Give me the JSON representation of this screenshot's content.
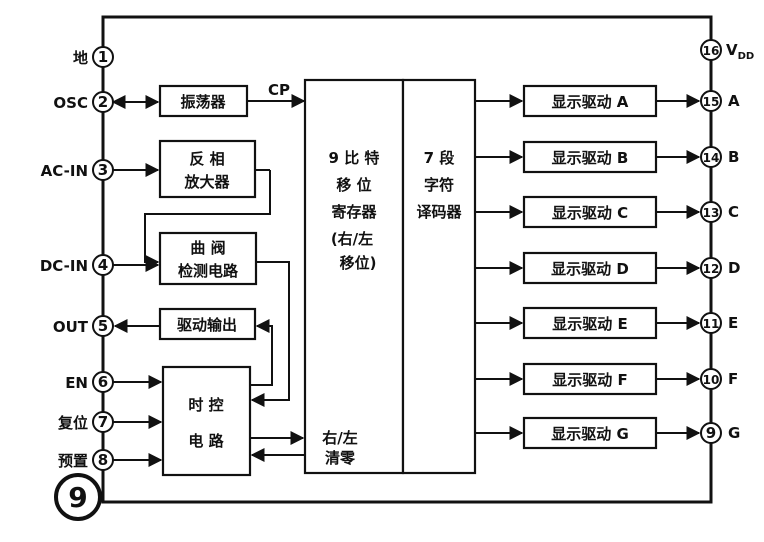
{
  "pins_left": [
    {
      "num": "1",
      "label": "地"
    },
    {
      "num": "2",
      "label": "OSC"
    },
    {
      "num": "3",
      "label": "AC-IN"
    },
    {
      "num": "4",
      "label": "DC-IN"
    },
    {
      "num": "5",
      "label": "OUT"
    },
    {
      "num": "6",
      "label": "EN"
    },
    {
      "num": "7",
      "label": "复位"
    },
    {
      "num": "8",
      "label": "预置"
    }
  ],
  "pins_right": [
    {
      "num": "15",
      "label": "A"
    },
    {
      "num": "14",
      "label": "B"
    },
    {
      "num": "13",
      "label": "C"
    },
    {
      "num": "12",
      "label": "D"
    },
    {
      "num": "11",
      "label": "E"
    },
    {
      "num": "10",
      "label": "F"
    },
    {
      "num": "9",
      "label": "G"
    }
  ],
  "vdd_pin": {
    "num": "16",
    "label": "V",
    "sub": "DD"
  },
  "blocks": {
    "oscillator": "振荡器",
    "cp_label": "CP",
    "inverting_amp": [
      "反 相",
      "放大器"
    ],
    "curve_detect": [
      "曲 阀",
      "检测电路"
    ],
    "driver_out": "驱动输出",
    "timing": [
      "时 控",
      "电 路"
    ],
    "shift_register": [
      "9 比 特",
      "移 位",
      "寄存器",
      "(右/左",
      "移位)"
    ],
    "shift_clear": [
      "右/左",
      "清零"
    ],
    "decoder": [
      "7 段",
      "字符",
      "译码器"
    ]
  },
  "drivers": [
    "显示驱动 A",
    "显示驱动 B",
    "显示驱动 C",
    "显示驱动 D",
    "显示驱动 E",
    "显示驱动 F",
    "显示驱动 G"
  ],
  "figure_badge": "9"
}
